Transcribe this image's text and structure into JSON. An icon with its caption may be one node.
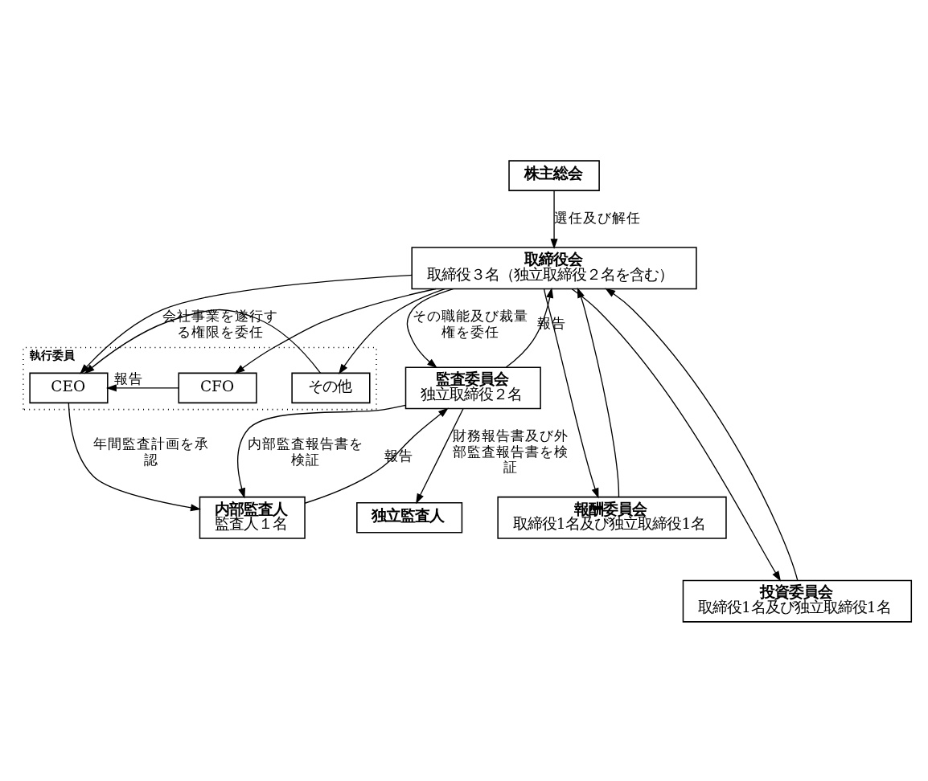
{
  "diagram": {
    "nodes": [
      {
        "text": [
          "株主総会"
        ]
      },
      {
        "text": [
          "取締役会",
          "取締役３名（独立取締役２名を含む）"
        ]
      },
      {
        "text": [
          "執行委員"
        ]
      },
      {
        "text": [
          "CEO"
        ],
        "in": 2
      },
      {
        "text": [
          "CFO"
        ],
        "in": 2
      },
      {
        "text": [
          "その他"
        ],
        "in": 2
      },
      {
        "text": [
          "監査委員会",
          "独立取締役２名"
        ]
      },
      {
        "text": [
          "内部監査人",
          "監査人１名"
        ]
      },
      {
        "text": [
          "独立監査人"
        ]
      },
      {
        "text": [
          "報酬委員会",
          "取締役1名及び独立取締役1名"
        ]
      },
      {
        "text": [
          "投資委員会",
          "取締役1名及び独立取締役1名"
        ]
      }
    ],
    "edges": [
      {
        "from": 0,
        "to": 1,
        "arrow": "to",
        "label": "選任及び解任"
      },
      {
        "from": 1,
        "to": 3,
        "arrow": "to",
        "label": "会社事業を遂行する権限を委任"
      },
      {
        "from": 1,
        "to": 4,
        "arrow": "to"
      },
      {
        "from": 1,
        "to": 5,
        "arrow": "to"
      },
      {
        "from": 4,
        "to": 3,
        "arrow": "to",
        "label": "報告"
      },
      {
        "from": 5,
        "to": 3,
        "arrow": "to"
      },
      {
        "from": 3,
        "to": 7,
        "arrow": "to",
        "label": "年間監査計画を承認"
      },
      {
        "from": 1,
        "to": 6,
        "arrow": "to",
        "label": "その職能及び裁量権を委任"
      },
      {
        "from": 1,
        "to": 9,
        "arrow": "to"
      },
      {
        "from": 1,
        "to": 10,
        "arrow": "to"
      },
      {
        "from": 6,
        "to": 1,
        "arrow": "to",
        "label": "報告"
      },
      {
        "from": 6,
        "to": 7,
        "arrow": "to",
        "label": "内部監査報告書を検証"
      },
      {
        "from": 7,
        "to": 6,
        "arrow": "to",
        "label": "報告"
      },
      {
        "from": 6,
        "to": 8,
        "arrow": "to",
        "label": "財務報告書及び外部監査報告書を検証"
      },
      {
        "from": 9,
        "to": 1,
        "arrow": "to"
      },
      {
        "from": 10,
        "to": 1,
        "arrow": "to"
      }
    ]
  }
}
